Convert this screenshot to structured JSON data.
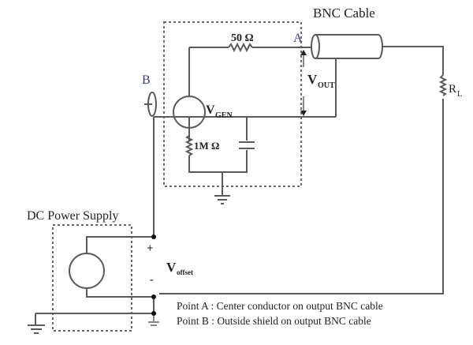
{
  "diagram": {
    "title": "BNC Cable",
    "labels": {
      "bnc_cable": "BNC Cable",
      "point_a": "A",
      "point_b": "B",
      "r_source": "50 Ω",
      "v_gen": "V",
      "v_gen_sub": "GEN",
      "v_out": "V",
      "v_out_sub": "OUT",
      "r_input": "1M Ω",
      "r_load": "R",
      "r_load_sub": "L",
      "dc_supply": "DC Power Supply",
      "plus": "+",
      "minus": "-",
      "v_offset": "V",
      "v_offset_sub": "offset"
    },
    "legend": [
      "Point A : Center conductor on output BNC cable",
      "Point B : Outside shield on output BNC cable"
    ],
    "colors": {
      "wire": "#5a5a5a",
      "point_label": "#3a3a9a",
      "text": "#222222"
    }
  }
}
